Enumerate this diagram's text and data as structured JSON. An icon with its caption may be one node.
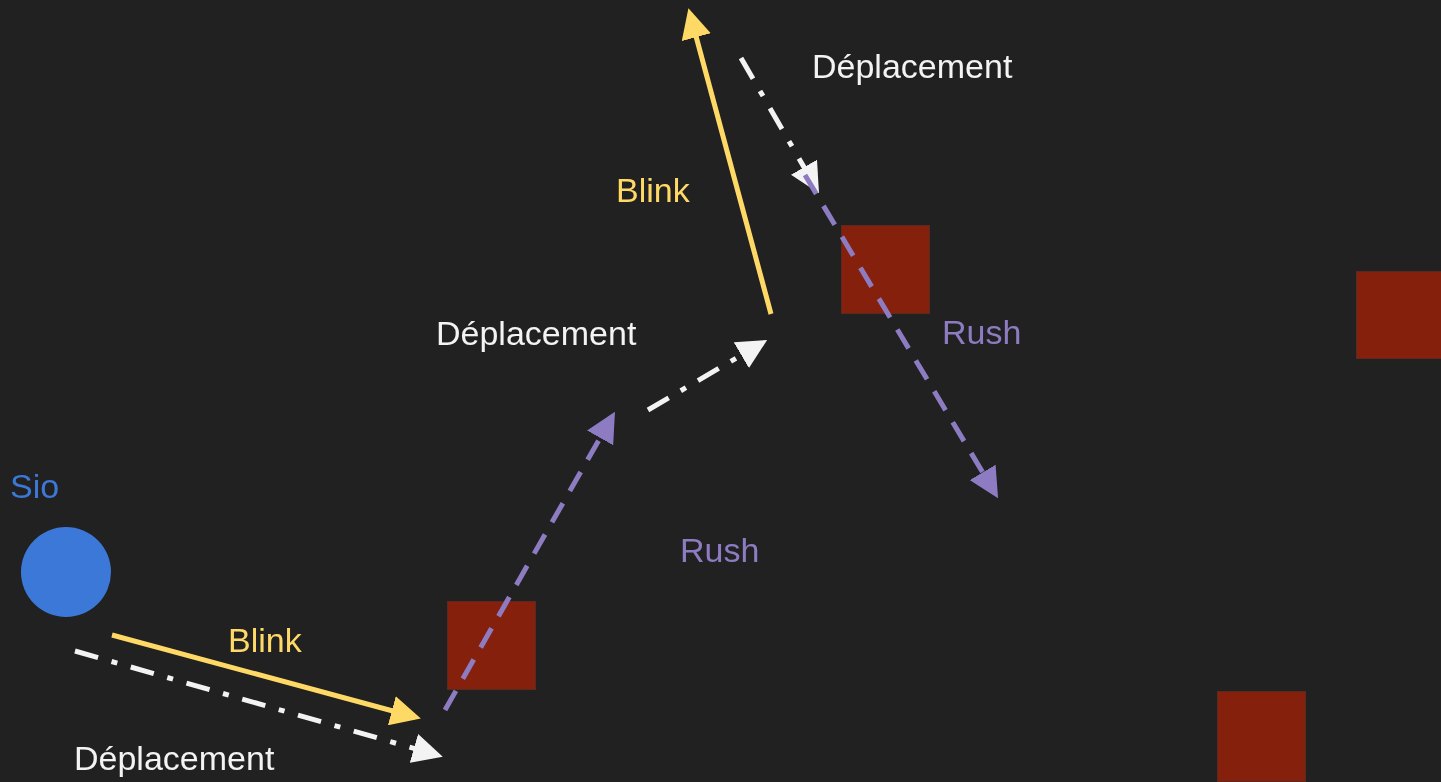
{
  "diagram": {
    "nodes": [
      {
        "text": [],
        "shape": "circle",
        "beside": [
          "Sio"
        ]
      },
      {
        "text": [],
        "shape": "box"
      },
      {
        "text": [],
        "shape": "box"
      },
      {
        "text": [],
        "shape": "box"
      },
      {
        "text": [],
        "shape": "box"
      }
    ],
    "edges": [
      {
        "from": 0,
        "to": 1,
        "arrow": "to",
        "label": "Blink",
        "color": "#ffd966"
      },
      {
        "from": 0,
        "to": null,
        "arrow": "to",
        "label": "Déplacement",
        "style": "dashed",
        "color": "#f3f3f3"
      },
      {
        "from": 1,
        "to": null,
        "arrow": "to",
        "label": "Rush",
        "style": "dashed",
        "color": "#8e7cc3"
      },
      {
        "from": null,
        "to": 2,
        "arrow": "to",
        "label": "Déplacement",
        "style": "dashed",
        "color": "#f3f3f3"
      },
      {
        "from": 2,
        "to": null,
        "arrow": "to",
        "label": "Rush",
        "style": "dashed",
        "color": "#8e7cc3"
      }
    ],
    "labels": [
      "Blink",
      "Déplacement"
    ]
  }
}
